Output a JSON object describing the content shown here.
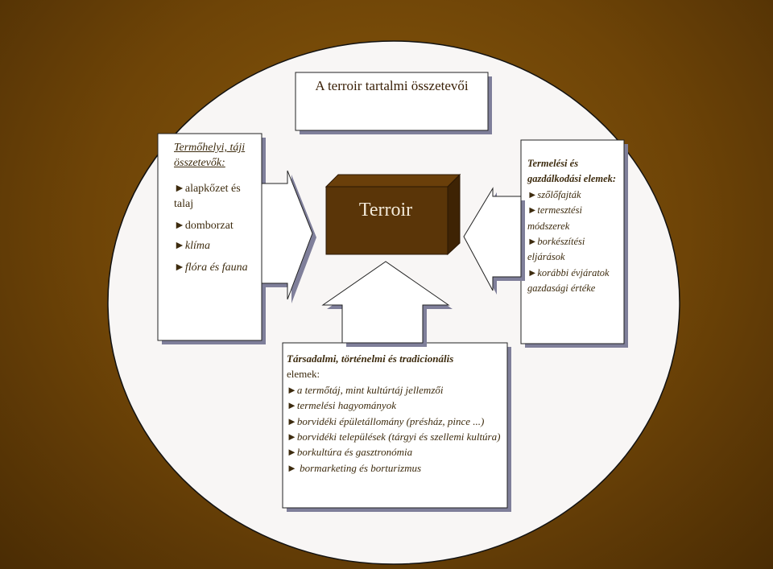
{
  "title": "A terroir tartalmi összetevői",
  "center": "Terroir",
  "left": {
    "heading": "Termőhelyi, táji összetevők:",
    "items": [
      "►alapkőzet és talaj",
      "►domborzat",
      "►klíma",
      "►flóra és fauna"
    ]
  },
  "right": {
    "heading": "Termelési és gazdálkodási elemek:",
    "items": [
      "►szőlőfajták",
      "►termesztési módszerek",
      "►borkészítési eljárások",
      "►korábbi évjáratok gazdasági értéke"
    ]
  },
  "bottom": {
    "heading": "Társadalmi, történelmi és tradicionális",
    "subheading": "elemek:",
    "items": [
      "►a termőtáj, mint kultúrtáj jellemzői",
      "►termelési hagyományok",
      "►borvidéki épületállomány (présház, pince ...)",
      "►borvidéki települések (tárgyi és szellemi kultúra)",
      "►borkultúra és gasztronómia",
      "► bormarketing és borturizmus"
    ]
  },
  "colors": {
    "background": "#6e4407",
    "ellipse": "#f7f5f4",
    "terroir_block": "#5a3508",
    "box_shadow": "#7a7a96"
  }
}
